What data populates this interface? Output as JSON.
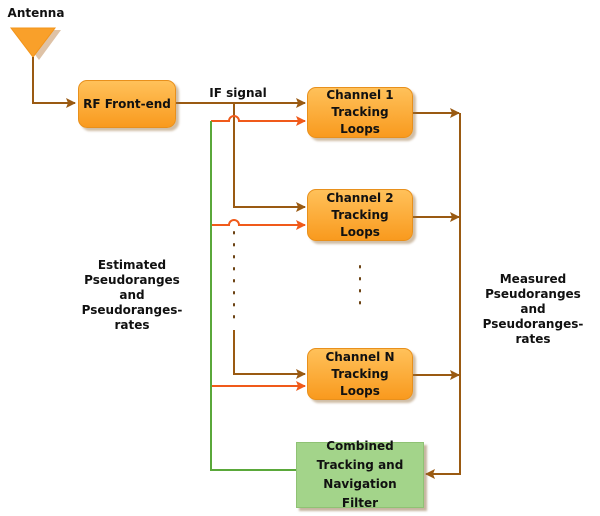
{
  "title": "Vector tracking receiver architecture",
  "labels": {
    "antenna": "Antenna",
    "if_signal": "IF signal",
    "estimated": "Estimated\nPseudoranges and\nPseudoranges-\nrates",
    "measured": "Measured\nPseudoranges and\nPseudoranges-\nrates"
  },
  "blocks": {
    "rf_front_end": "RF Front-end",
    "channel_1": "Channel 1\nTracking\nLoops",
    "channel_2": "Channel 2\nTracking\nLoops",
    "channel_n": "Channel N\nTracking\nLoops",
    "filter": "Combined\nTracking and\nNavigation\nFilter"
  },
  "colors": {
    "signal_line": "#9a5a12",
    "feedback_line": "#f05a1a",
    "green_line": "#5aa83a",
    "block_orange": "#f9a02a",
    "block_green": "#a3d48a"
  }
}
